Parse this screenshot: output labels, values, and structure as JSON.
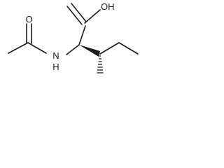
{
  "molecule": {
    "atoms": {
      "acetyl_o": "O",
      "amide_n": "N",
      "amide_h": "H",
      "acid_oh": "OH"
    },
    "colors": {
      "bond": "#1a1a1a",
      "background": "#ffffff"
    }
  }
}
